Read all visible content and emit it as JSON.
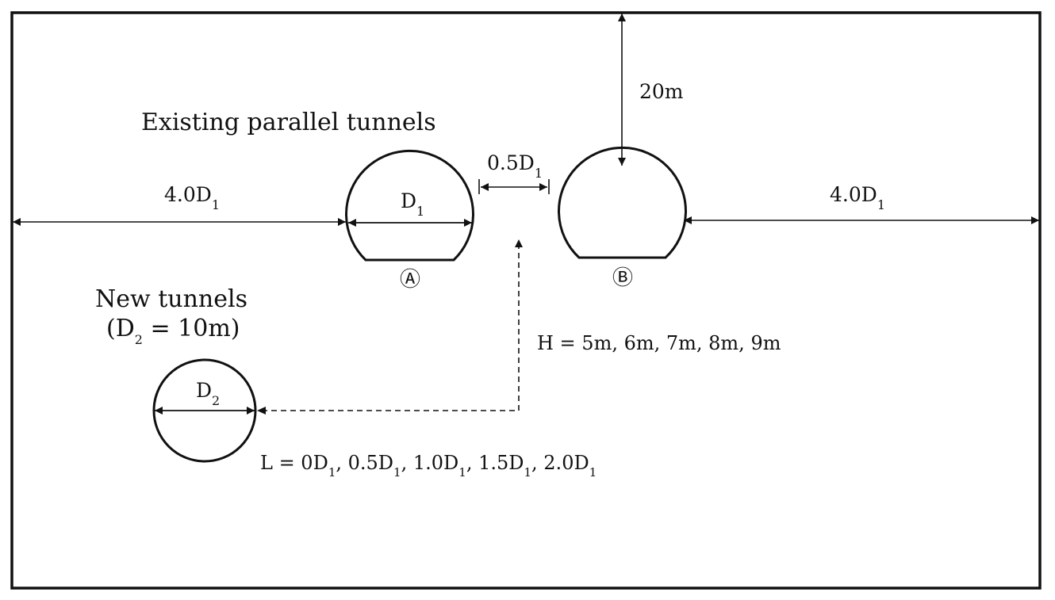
{
  "labels": {
    "existing_title": "Existing parallel tunnels",
    "new_title_line1": "New tunnels",
    "new_title_line2_open": "(D",
    "new_title_line2_sub": "2",
    "new_title_line2_close": " = 10m)",
    "cover_depth": "20m",
    "left_spacing_main": "4.0D",
    "left_spacing_sub": "1",
    "right_spacing_main": "4.0D",
    "right_spacing_sub": "1",
    "pillar_main": "0.5D",
    "pillar_sub": "1",
    "tunnel_a_diameter_main": "D",
    "tunnel_a_diameter_sub": "1",
    "tunnel_a_marker": "Ⓐ",
    "tunnel_b_marker": "Ⓑ",
    "new_diameter_main": "D",
    "new_diameter_sub": "2",
    "h_values": "H = 5m, 6m, 7m, 8m, 9m",
    "l_values": {
      "p1": "L = 0D",
      "s1": "1",
      "p2": ", 0.5D",
      "s2": "1",
      "p3": ", 1.0D",
      "s3": "1",
      "p4": ", 1.5D",
      "s4": "1",
      "p5": ", 2.0D",
      "s5": "1"
    }
  }
}
